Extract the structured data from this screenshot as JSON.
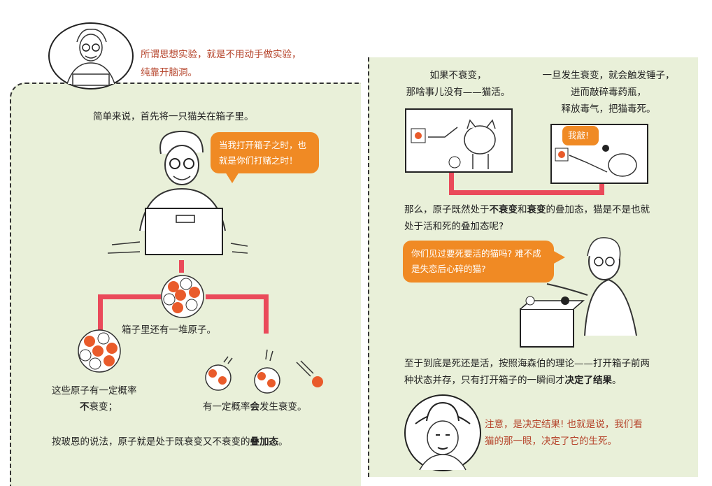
{
  "intro_line1": "所谓思想实验，就是不用动手做实验，",
  "intro_line2": "纯靠开脑洞。",
  "left": {
    "simple": "简单来说，首先将一只猫关在箱子里。",
    "bubble_line1": "当我打开箱子之时，也",
    "bubble_line2": "就是你们打赌之时！",
    "atoms": "箱子里还有一堆原子。",
    "no_decay_line1": "这些原子有一定概率",
    "no_decay_bold": "不",
    "no_decay_rest": "衰变；",
    "decay_pre": "有一定概率",
    "decay_bold": "会",
    "decay_post": "发生衰变。",
    "bohr_pre": "按玻恩的说法，原子就是处于既衰变又不衰变的",
    "bohr_bold": "叠加态",
    "bohr_end": "。"
  },
  "right": {
    "nodecay_line1": "如果不衰变，",
    "nodecay_line2": "那啥事儿没有——猫活。",
    "decay_line1": "一旦发生衰变，就会触发锤子，",
    "decay_line2": "进而敲碎毒药瓶，",
    "decay_line3": "释放毒气，把猫毒死。",
    "cat_shout": "我敲!",
    "q_pre": "那么，原子既然处于",
    "q_b1": "不衰变",
    "q_mid": "和",
    "q_b2": "衰变",
    "q_post": "的叠加态，猫是不是也就",
    "q_line2": "处于活和死的叠加态呢?",
    "bubble_line1": "你们见过要死要活的猫吗? 难不成",
    "bubble_line2": "是失恋后心碎的猫?",
    "heis_line1": "至于到底是死还是活，按照海森伯的理论——打开箱子前两",
    "heis_pre": "种状态并存，只有打开箱子的一瞬间才",
    "heis_bold": "决定了结果",
    "heis_end": "。",
    "note_line1": "注意，是决定结果! 也就是说，我们看",
    "note_line2": "猫的那一眼，决定了它的生死。"
  },
  "colors": {
    "panel": "#e9f0d9",
    "accent_red": "#ea4a5a",
    "bubble": "#f08a24",
    "intro_text": "#b5432a"
  }
}
